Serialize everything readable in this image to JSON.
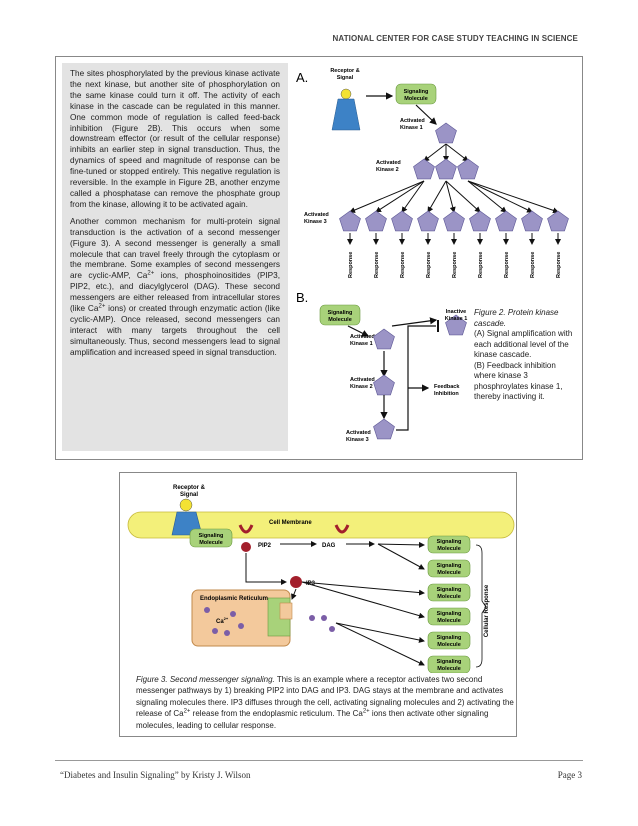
{
  "header": {
    "org": "NATIONAL CENTER FOR CASE STUDY TEACHING IN SCIENCE"
  },
  "body_text": {
    "para1": "The sites phosphorylated by the previous kinase activate the next kinase, but another site of phosphorylation on the same kinase could turn it off. The activity of each kinase in the cascade can be regulated in this manner. One common mode of regulation is called feed-back inhibition (Figure 2B). This occurs when some downstream effector (or result of the cellular response) inhibits an earlier step in signal transduction. Thus, the dynamics of speed and magnitude of response can be fine-tuned or stopped entirely. This negative regulation is reversible. In the example in Figure 2B, another enzyme called a phosphatase can remove the phosphate group from the kinase, allowing it to be activated again.",
    "para2_a": "Another common mechanism for multi-protein signal transduction is the activation of a second messenger (Figure 3). A second messenger is generally a small molecule that can travel freely through the cytoplasm or the membrane. Some examples of second messengers are cyclic-AMP, Ca",
    "sup": "2+",
    "para2_b": " ions, phosphoinositides (PIP3, PIP2, etc.), and diacylglycerol (DAG). These second messengers are either released from intracellular stores (like Ca",
    "para2_c": " ions) or created through enzymatic action (like cyclic-AMP). Once released, second messengers can interact with many targets throughout the cell simultaneously. Thus, second messengers lead to signal amplification and increased speed in signal transduction."
  },
  "figure2": {
    "panel_a_label": "A.",
    "panel_b_label": "B.",
    "receptor_label_1": "Receptor &",
    "receptor_label_2": "Signal",
    "signaling_1": "Signaling",
    "signaling_2": "Molecule",
    "kinase1_1": "Activated",
    "kinase1_2": "Kinase 1",
    "kinase2_1": "Activated",
    "kinase2_2": "Kinase 2",
    "kinase3_1": "Activated",
    "kinase3_2": "Kinase 3",
    "response": "Response",
    "inactive_1": "Inactive",
    "inactive_2": "Kinase 1",
    "feedback_1": "Feedback",
    "feedback_2": "Inhibition",
    "caption_title": "Figure 2.",
    "caption_title2": "Protein kinase cascade.",
    "caption_a": "(A) Signal amplification with each additional level of the kinase cascade.",
    "caption_b": "(B) Feedback inhibition where kinase 3 phosphroylates kinase 1, thereby inactiving it."
  },
  "figure3": {
    "receptor_1": "Receptor &",
    "receptor_2": "Signal",
    "membrane": "Cell Membrane",
    "signaling_1": "Signaling",
    "signaling_2": "Molecule",
    "pip2": "PIP2",
    "dag": "DAG",
    "ip3": "IP3",
    "er": "Endoplasmic Reticulum",
    "ca": "Ca",
    "ca_sup": "2+",
    "cellular_response": "Cellular Response",
    "caption_title": "Figure 3.",
    "caption_title2": "Second messenger signaling.",
    "caption_body_a": "This is an example where a receptor activates two second messenger pathways by 1) breaking PIP2 into DAG and IP3. DAG stays at the membrane and activates signaling molecules there. IP3 diffuses through the cell, activating signaling molecules and 2) activating the release of Ca",
    "caption_body_b": " release from the endoplasmic reticulum. The Ca",
    "caption_body_c": " ions then activate other signaling molecules, leading to cellular response."
  },
  "footer": {
    "citation": "“Diabetes and Insulin Signaling” by Kristy J. Wilson",
    "page": "Page 3"
  },
  "colors": {
    "kinase_purple": "#9b94c6",
    "signaling_green": "#a8d27a",
    "receptor_blue": "#3d82c6",
    "membrane_yellow": "#f3f07a",
    "er_orange": "#f3c99c",
    "ip3_red": "#a31f2c"
  }
}
